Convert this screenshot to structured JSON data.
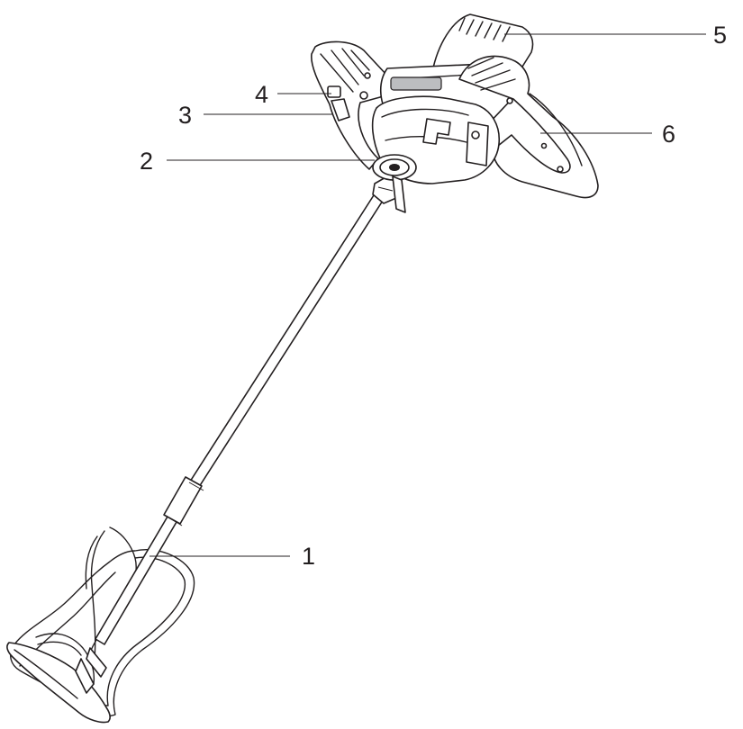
{
  "callouts": [
    {
      "id": "1",
      "label": "1"
    },
    {
      "id": "2",
      "label": "2"
    },
    {
      "id": "3",
      "label": "3"
    },
    {
      "id": "4",
      "label": "4"
    },
    {
      "id": "5",
      "label": "5"
    },
    {
      "id": "6",
      "label": "6"
    }
  ],
  "colors": {
    "ink": "#231f20",
    "shade": "#bcbdc0",
    "background": "#ffffff"
  }
}
